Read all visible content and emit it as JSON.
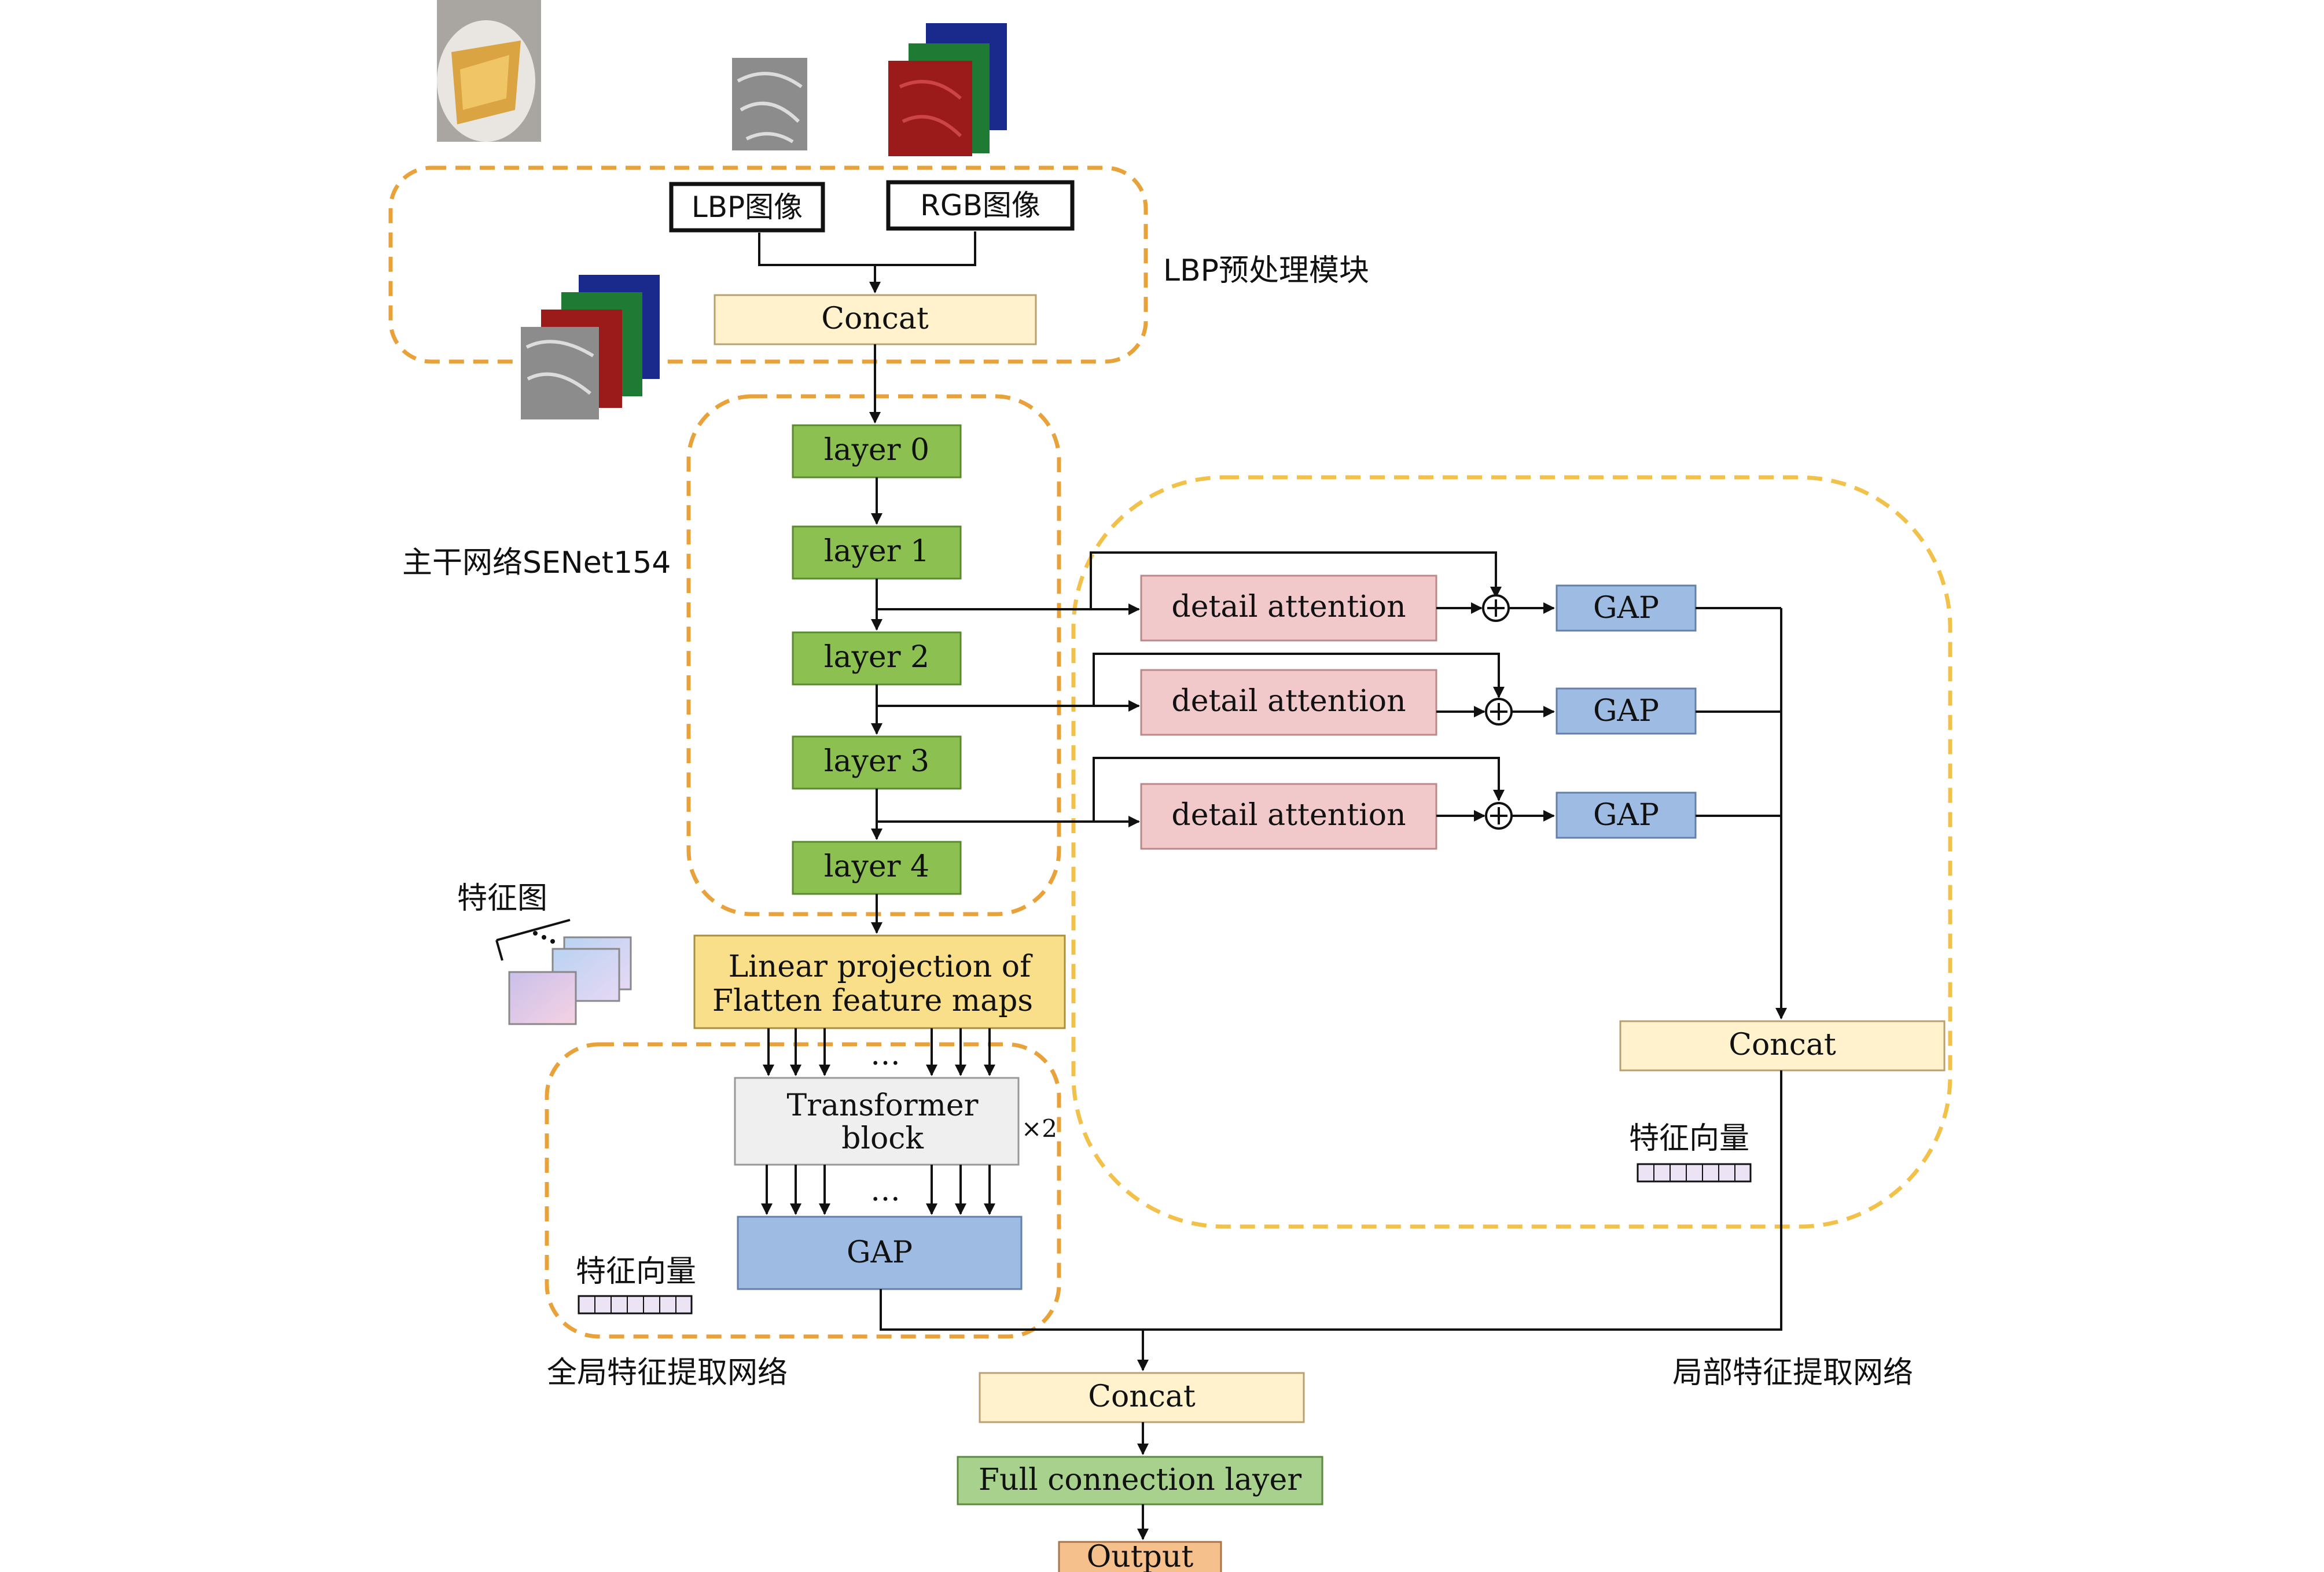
{
  "inputs": {
    "lbp_label": "LBP图像",
    "rgb_label": "RGB图像"
  },
  "preprocess": {
    "concat_label": "Concat",
    "region_label": "LBP预处理模块"
  },
  "backbone": {
    "region_label": "主干网络SENet154",
    "layers": [
      "layer 0",
      "layer 1",
      "layer 2",
      "layer 3",
      "layer 4"
    ]
  },
  "projection": {
    "line1": "Linear projection of",
    "line2": "Flatten feature maps"
  },
  "feature_map_label": "特征图",
  "global_branch": {
    "transformer_line1": "Transformer",
    "transformer_line2": "block",
    "repeat": "×2",
    "gap_label": "GAP",
    "vector_label": "特征向量",
    "region_label": "全局特征提取网络",
    "ellipsis": "…"
  },
  "local_branch": {
    "attention_label": "detail attention",
    "gap_label": "GAP",
    "concat_label": "Concat",
    "vector_label": "特征向量",
    "region_label": "局部特征提取网络"
  },
  "head": {
    "concat_label": "Concat",
    "fc_label": "Full connection layer",
    "output_label": "Output"
  },
  "colors": {
    "green": "#8cc152",
    "pink": "#f2c9cb",
    "blue": "#9dbbe3",
    "cream": "#fff2cc",
    "yellow": "#f9df8a",
    "fc_green": "#a9d18e",
    "orange": "#f6c08d",
    "dash_orange": "#e9a13a",
    "dash_yellow": "#f2c14a"
  }
}
